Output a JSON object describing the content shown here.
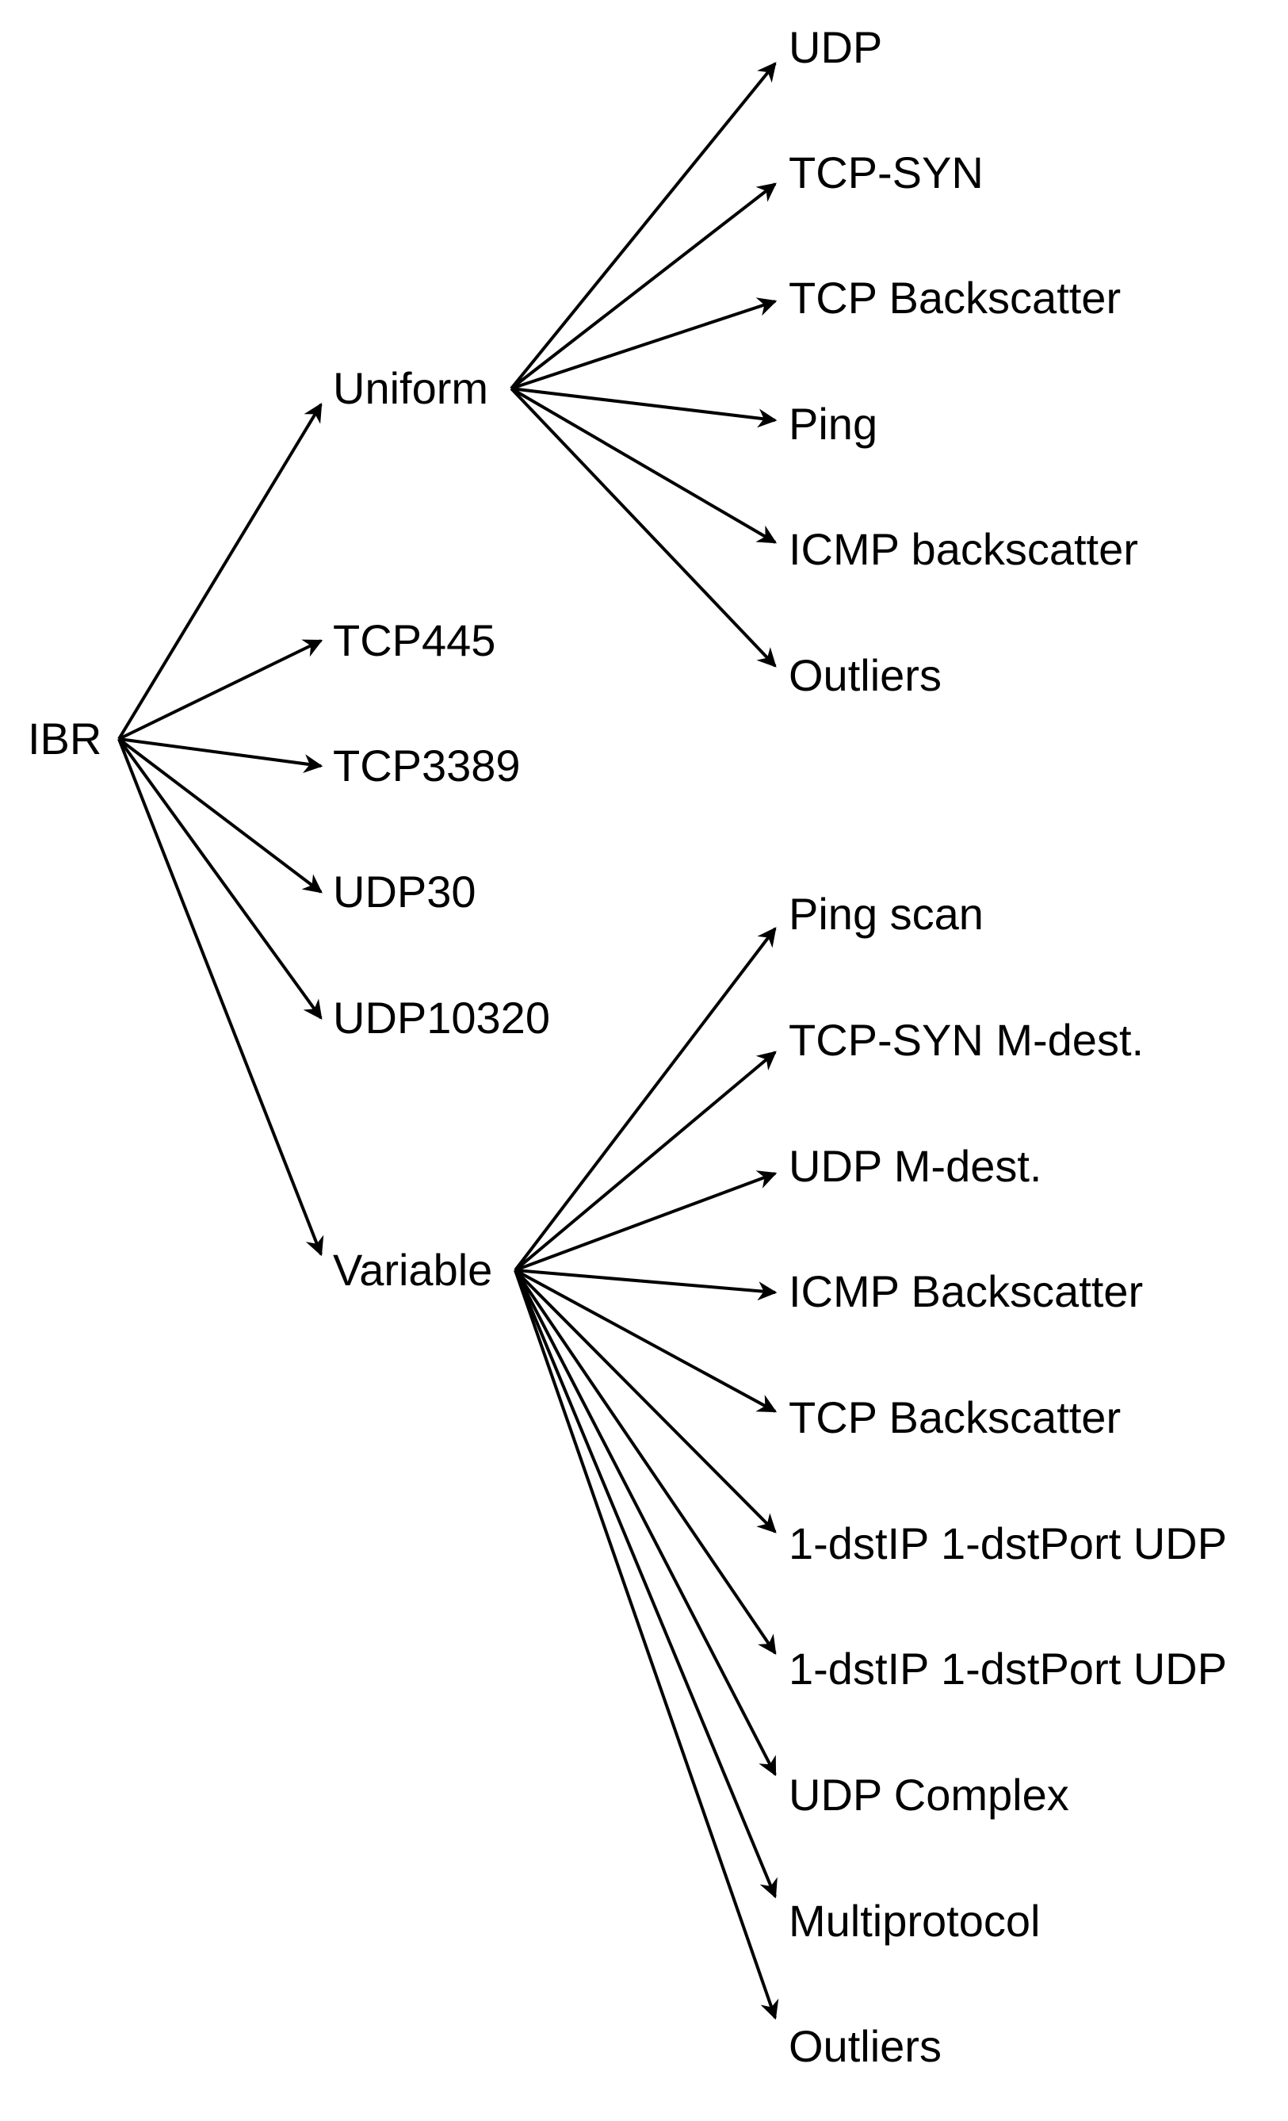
{
  "colors": {
    "ink": "#000000",
    "background": "#ffffff"
  },
  "tree": {
    "root": "IBR",
    "children": [
      {
        "label": "Uniform",
        "children": [
          "UDP",
          "TCP-SYN",
          "TCP Backscatter",
          "Ping",
          "ICMP backscatter",
          "Outliers"
        ]
      },
      {
        "label": "TCP445"
      },
      {
        "label": "TCP3389"
      },
      {
        "label": "UDP30"
      },
      {
        "label": "UDP10320"
      },
      {
        "label": "Variable",
        "children": [
          "Ping scan",
          "TCP-SYN M-dest.",
          "UDP M-dest.",
          "ICMP Backscatter",
          "TCP Backscatter",
          "1-dstIP 1-dstPort UDP",
          "1-dstIP 1-dstPort UDP",
          "UDP Complex",
          "Multiprotocol",
          "Outliers"
        ]
      }
    ]
  }
}
